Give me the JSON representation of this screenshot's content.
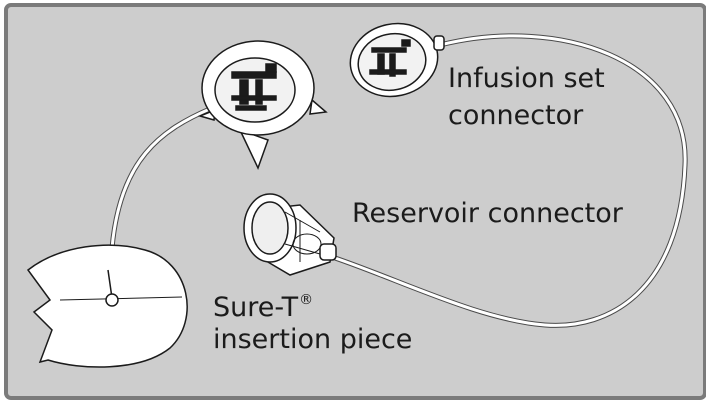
{
  "labels": {
    "infusion_line1": "Infusion set",
    "infusion_line2": "connector",
    "reservoir": "Reservoir connector",
    "suret_main": "Sure-T",
    "suret_mark": "®",
    "suret_line2": "insertion piece"
  },
  "colors": {
    "background": "#cdcdcd",
    "border": "#7b7b7b",
    "component_fill": "#ffffff",
    "line": "#1b1b1b"
  }
}
